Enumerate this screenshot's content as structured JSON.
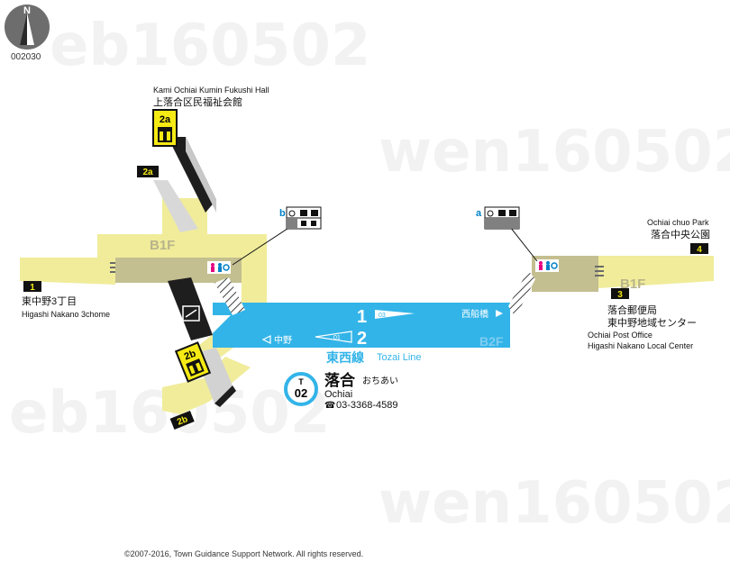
{
  "compass": {
    "letter": "N",
    "code": "002030"
  },
  "watermark": [
    "eb160502",
    "wen160502"
  ],
  "station": {
    "line_code": "T",
    "number": "02",
    "name_ja": "落合",
    "name_kana": "おちあい",
    "name_en": "Ochiai",
    "phone_icon": "☎",
    "phone": "03-3368-4589"
  },
  "line": {
    "name_ja": "東西線",
    "name_en": "Tozai Line",
    "color": "#33b4e8"
  },
  "platform": {
    "track1": "1",
    "track1_code": "03",
    "track2": "2",
    "track2_code": "01",
    "to_east": "西船橋",
    "to_west": "中野",
    "level": "B2F"
  },
  "levels": {
    "west": "B1F",
    "east": "B1F"
  },
  "exits": {
    "e1": {
      "num": "1",
      "label_ja": "東中野3丁目",
      "label_en": "Higashi Nakano 3chome"
    },
    "e2a": {
      "num": "2a",
      "label_en": "Kami Ochiai Kumin Fukushi Hall",
      "label_ja": "上落合区民福祉会館"
    },
    "e2b": {
      "num": "2b"
    },
    "e3": {
      "num": "3",
      "label_ja1": "落合郵便局",
      "label_ja2": "東中野地域センター",
      "label_en1": "Ochiai Post Office",
      "label_en2": "Higashi Nakano Local Center"
    },
    "e4": {
      "num": "4",
      "label_en": "Ochiai chuo Park",
      "label_ja": "落合中央公園"
    }
  },
  "gates": {
    "b": "b",
    "a": "a"
  },
  "icons": [
    "elevator-icon",
    "wheelchair-icon",
    "toilet-icon",
    "ticket-icon",
    "restroom-icon"
  ],
  "colors": {
    "concourse": "#f0ec9a",
    "hall": "#c4bf90",
    "badge": "#f5ea14",
    "black": "#111111"
  },
  "copyright": "©2007-2016, Town Guidance Support Network. All rights reserved."
}
